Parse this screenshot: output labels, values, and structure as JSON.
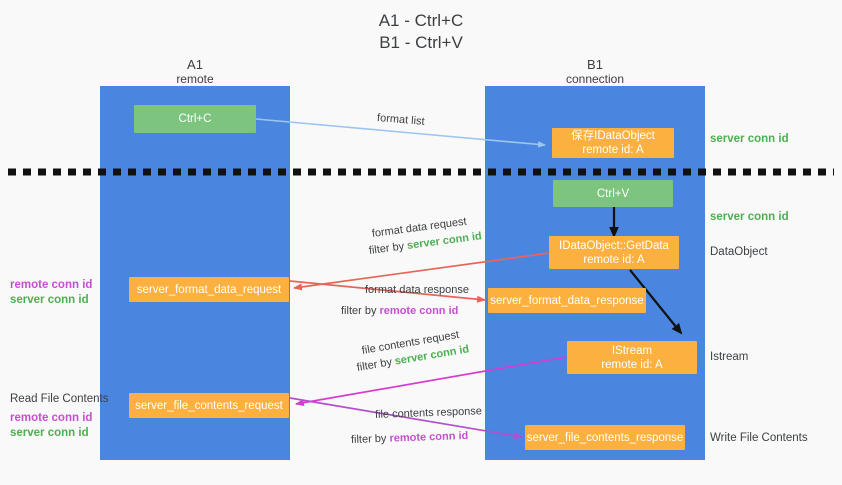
{
  "title": {
    "line1": "A1 - Ctrl+C",
    "line2": "B1 - Ctrl+V"
  },
  "columns": [
    {
      "name": "A1",
      "sub": "remote"
    },
    {
      "name": "B1",
      "sub": "connection"
    }
  ],
  "colors": {
    "lane": "#4a86e0",
    "green_box": "#7dc47f",
    "orange_box": "#fbb040",
    "server_conn_id": "#4caf50",
    "remote_conn_id": "#c64fd0",
    "arrow_blue": "#9ec5ef",
    "arrow_red": "#e8645a",
    "arrow_magenta": "#d83bd0",
    "arrow_purple": "#b24fd0",
    "arrow_black": "#000000",
    "background": "#f9f9f9",
    "text": "#3c4043"
  },
  "boxes": {
    "ctrl_c": {
      "line1": "Ctrl+C",
      "line2": ""
    },
    "save_idataobject": {
      "line1": "保存IDataObject",
      "line2": "remote id: A"
    },
    "ctrl_v": {
      "line1": "Ctrl+V",
      "line2": ""
    },
    "getdata": {
      "line1": "IDataObject::GetData",
      "line2": "remote id: A"
    },
    "format_data_request": {
      "line1": "server_format_data_request",
      "line2": ""
    },
    "format_data_response": {
      "line1": "server_format_data_response",
      "line2": ""
    },
    "istream": {
      "line1": "IStream",
      "line2": "remote id: A"
    },
    "file_contents_request": {
      "line1": "server_file_contents_request",
      "line2": ""
    },
    "file_contents_response": {
      "line1": "server_file_contents_response",
      "line2": ""
    }
  },
  "side_labels": {
    "server_conn_id_1": "server conn id",
    "server_conn_id_2": "server conn id",
    "dataobject": "DataObject",
    "istream": "Istream",
    "write_file_contents": "Write File Contents",
    "read_file_contents": "Read File Contents",
    "left_remote_1": "remote conn id",
    "left_server_1": "server conn id",
    "left_remote_2": "remote conn id",
    "left_server_2": "server conn id"
  },
  "captions": {
    "format_list": "format list",
    "format_data_request": "format data request",
    "format_data_request_filter_pre": "filter by ",
    "format_data_request_filter_key": "server conn id",
    "format_data_response": "format data response",
    "format_data_response_filter_pre": "filter by ",
    "format_data_response_filter_key": "remote conn id",
    "file_contents_request": "file contents request",
    "file_contents_request_filter_pre": "filter by ",
    "file_contents_request_filter_key": "server conn id",
    "file_contents_response": "file contents response",
    "file_contents_response_filter_pre": "filter by ",
    "file_contents_response_filter_key": "remote conn id"
  }
}
